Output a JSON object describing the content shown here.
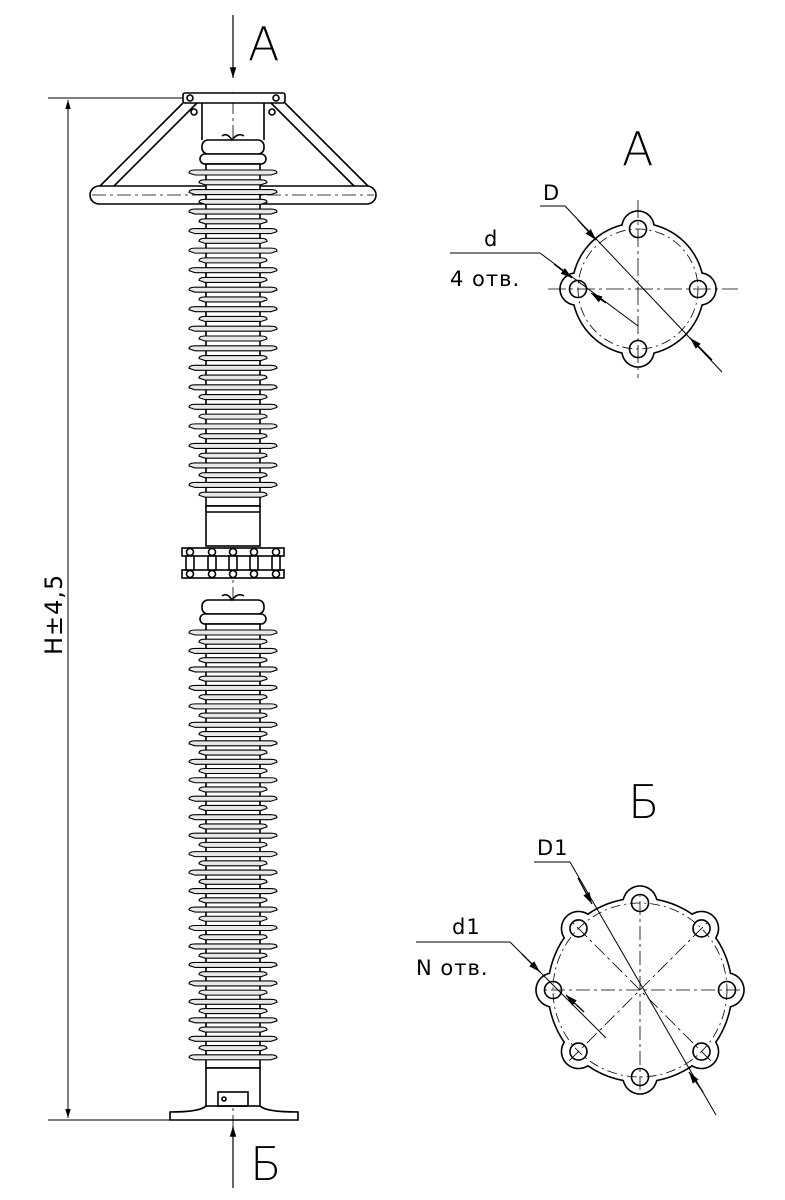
{
  "views": {
    "top_arrow_label": "А",
    "bottom_arrow_label": "Б",
    "view_a_title": "А",
    "view_b_title": "Б"
  },
  "dimensions": {
    "height": "H±4,5"
  },
  "flange_a": {
    "outer_diameter_label": "D",
    "hole_diameter_label": "d",
    "hole_count_label": "4 отв.",
    "hole_count": 4
  },
  "flange_b": {
    "outer_diameter_label": "D1",
    "hole_diameter_label": "d1",
    "hole_count_label": "N отв.",
    "hole_count": 8
  },
  "insulator": {
    "upper_shed_count": 34,
    "lower_shed_count": 47
  },
  "colors": {
    "line": "#000000",
    "shed_fill": "#e8e8e8",
    "background": "#ffffff"
  }
}
